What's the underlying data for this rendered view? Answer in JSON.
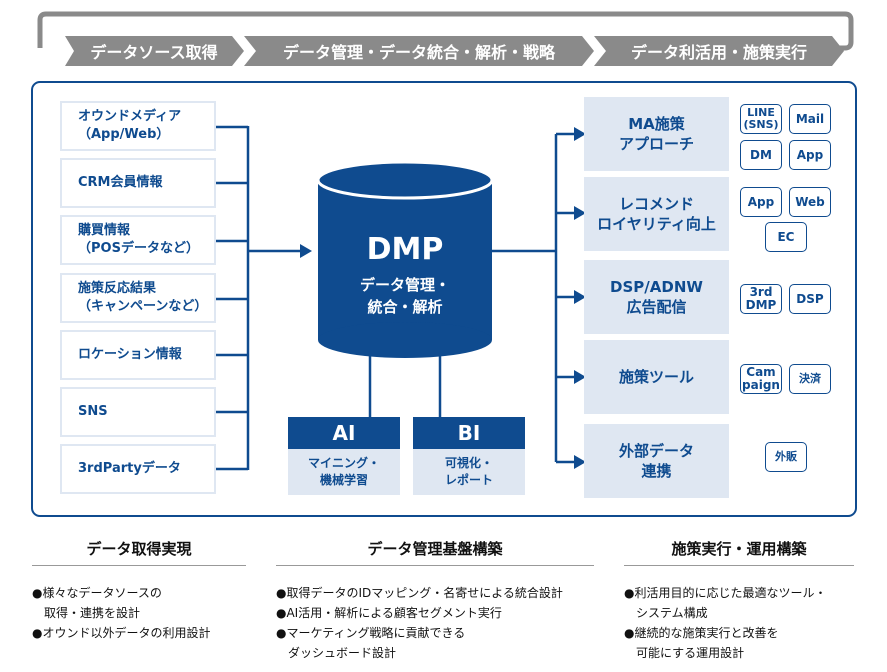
{
  "process_steps": [
    "データソース取得",
    "データ管理・データ統合・解析・戦略",
    "データ利活用・施策実行"
  ],
  "sources": [
    [
      "オウンドメディア",
      "（App/Web）"
    ],
    [
      "CRM会員情報"
    ],
    [
      "購買情報",
      "（POSデータなど）"
    ],
    [
      "施策反応結果",
      "（キャンペーンなど）"
    ],
    [
      "ロケーション情報"
    ],
    [
      "SNS"
    ],
    [
      "3rdPartyデータ"
    ]
  ],
  "dmp": {
    "title": "DMP",
    "sub1": "データ管理・",
    "sub2": "統合・解析"
  },
  "ai": {
    "head": "AI",
    "line1": "マイニング・",
    "line2": "機械学習"
  },
  "bi": {
    "head": "BI",
    "line1": "可視化・",
    "line2": "レポート"
  },
  "outputs": [
    {
      "line1": "MA施策",
      "line2": "アプローチ",
      "channels": [
        [
          "LINE",
          "(SNS)"
        ],
        [
          "Mail"
        ],
        [
          "DM"
        ],
        [
          "App"
        ]
      ]
    },
    {
      "line1": "レコメンド",
      "line2": "ロイヤリティ向上",
      "channels": [
        [
          "App"
        ],
        [
          "Web"
        ],
        [
          "EC"
        ]
      ]
    },
    {
      "line1": "DSP/ADNW",
      "line2": "広告配信",
      "channels": [
        [
          "3rd",
          "DMP"
        ],
        [
          "DSP"
        ]
      ]
    },
    {
      "line1": "施策ツール",
      "line2": "",
      "channels": [
        [
          "Cam",
          "paign"
        ],
        [
          "決済"
        ]
      ]
    },
    {
      "line1": "外部データ",
      "line2": "連携",
      "channels": [
        [
          "外販"
        ]
      ]
    }
  ],
  "sections": [
    {
      "title": "データ取得実現",
      "bullets": [
        "●様々なデータソースの",
        "　取得・連携を設計",
        "●オウンド以外データの利用設計"
      ]
    },
    {
      "title": "データ管理基盤構築",
      "bullets": [
        "●取得データのIDマッピング・名寄せによる統合設計",
        "●AI活用・解析による顧客セグメント実行",
        "●マーケティング戦略に貢献できる",
        "　ダッシュボード設計"
      ]
    },
    {
      "title": "施策実行・運用構築",
      "bullets": [
        "●利活用目的に応じた最適なツール・",
        "　システム構成",
        "●継続的な施策実行と改善を",
        "　可能にする運用設計"
      ]
    }
  ],
  "colors": {
    "primary": "#0f4b8f",
    "light": "#dfe7f2",
    "gray": "#8a8a8a"
  }
}
